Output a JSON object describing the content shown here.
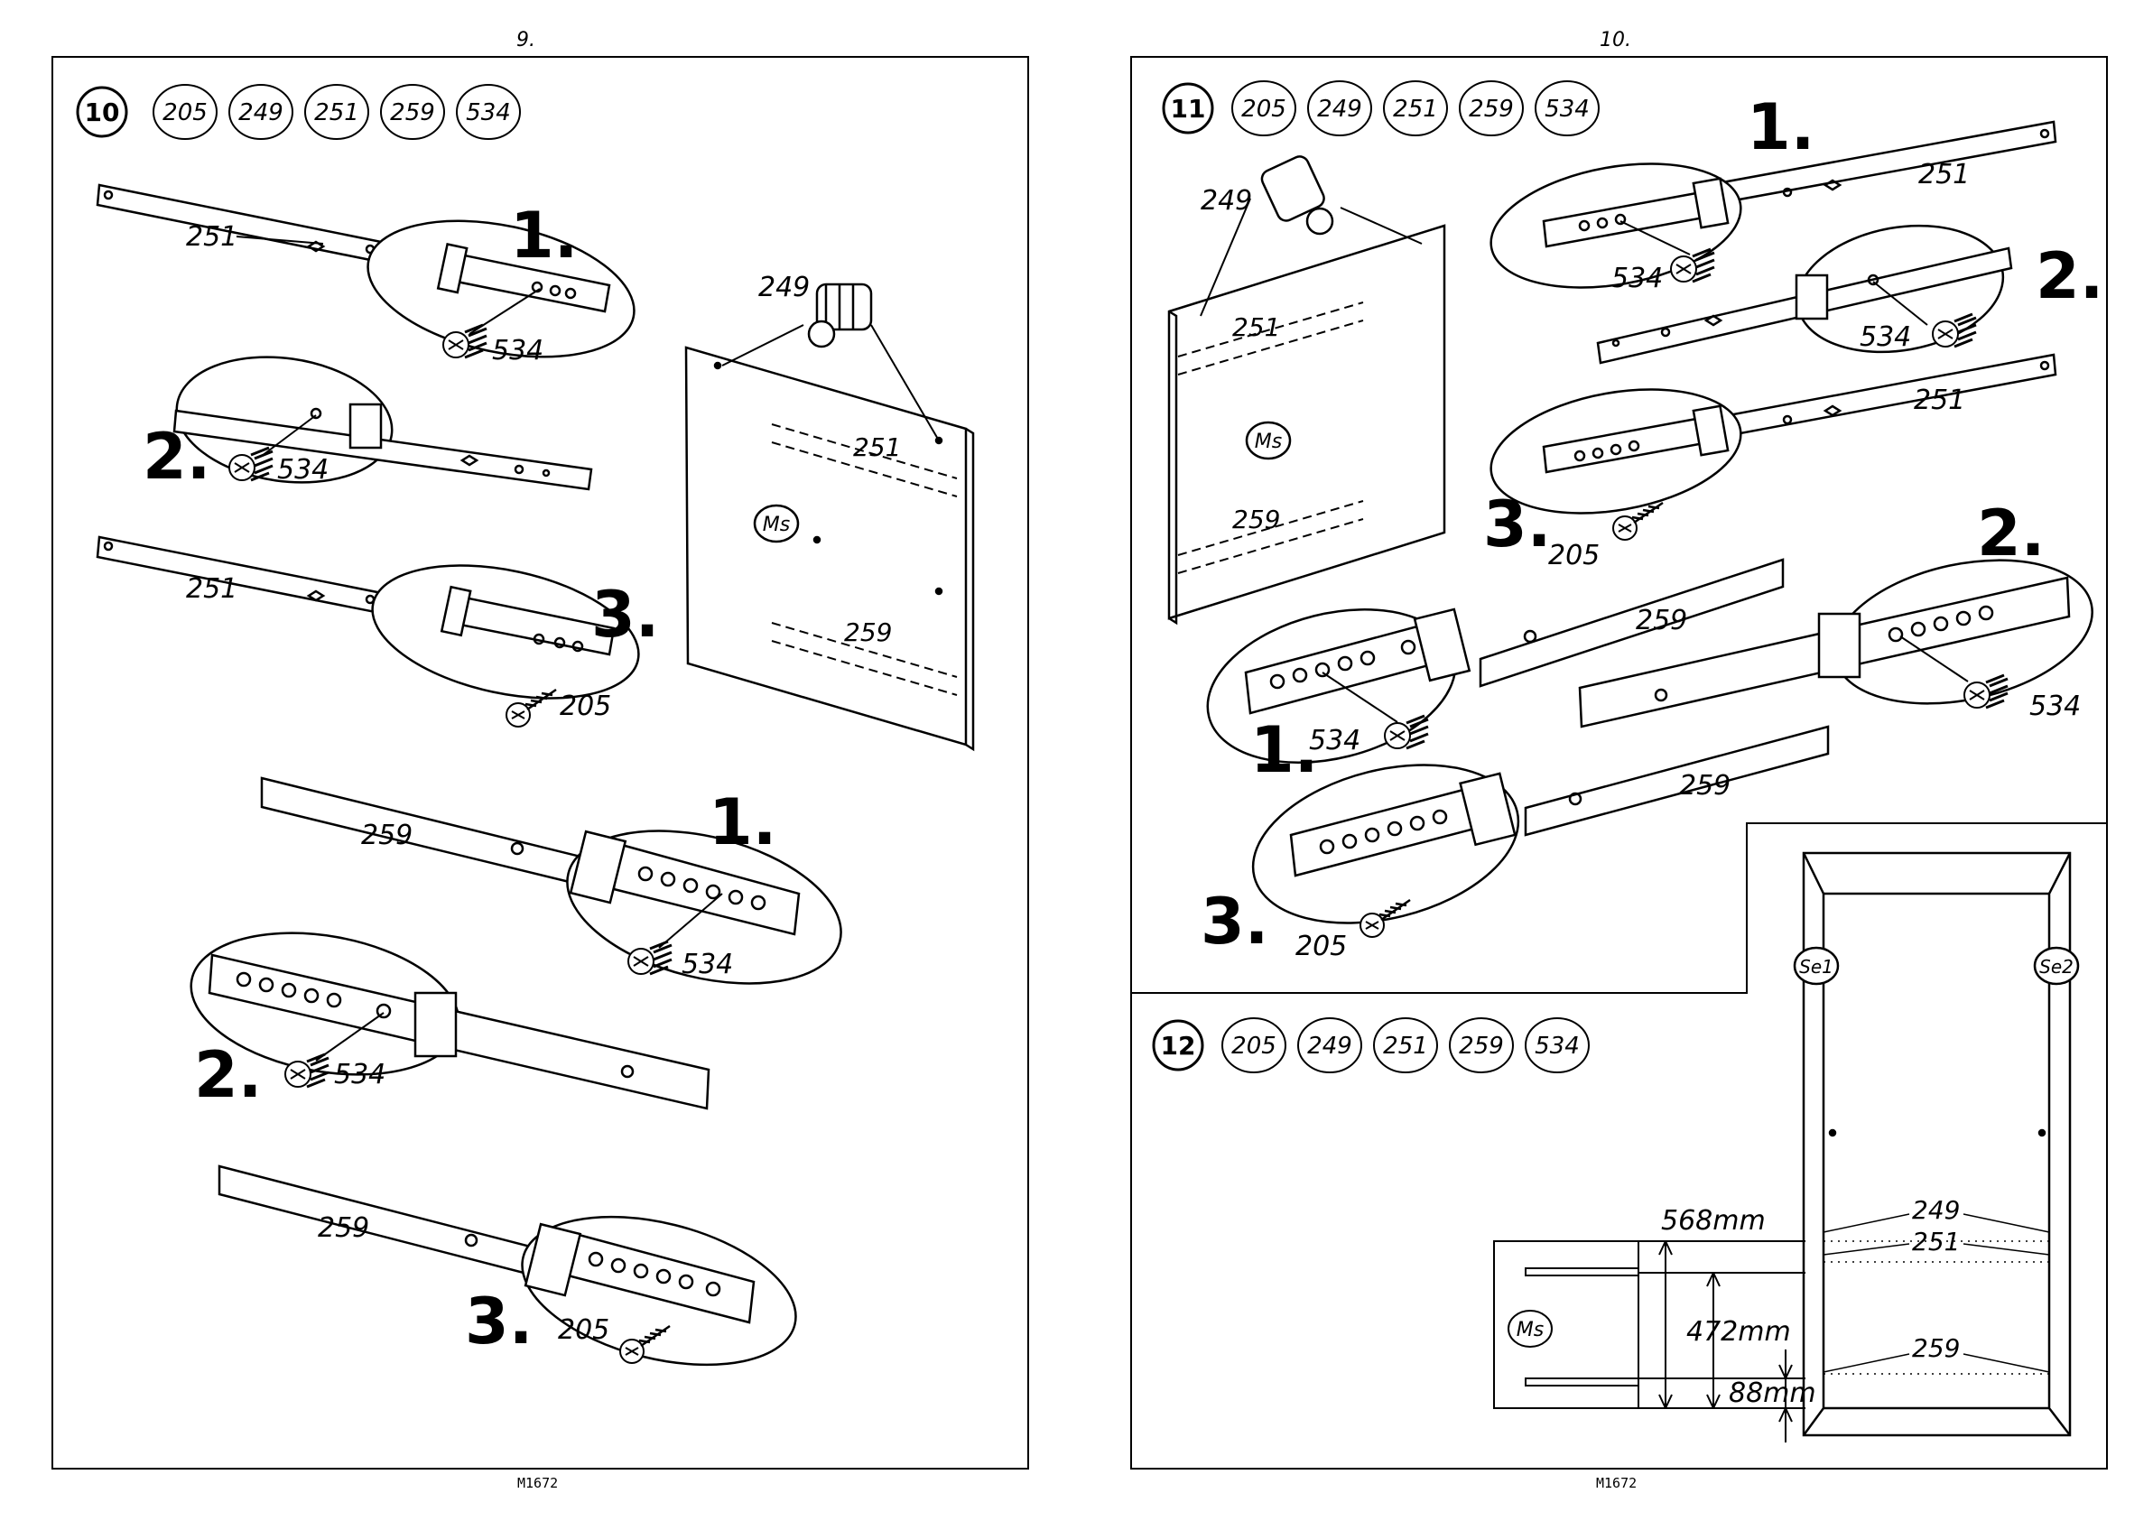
{
  "left_page": {
    "page_number": "9.",
    "footer_code": "M1672",
    "step": {
      "number": "10",
      "parts": [
        "205",
        "249",
        "251",
        "259",
        "534"
      ]
    },
    "sub_steps": [
      "1.",
      "2.",
      "3."
    ],
    "callouts": {
      "rail_251": "251",
      "rail_259": "259",
      "screw_534": "534",
      "screw_205": "205",
      "dowel_249": "249",
      "panel_251": "251",
      "panel_259": "259",
      "panel_marker": "Ms"
    }
  },
  "right_page": {
    "page_number": "10.",
    "footer_code": "M1672",
    "step_11": {
      "number": "11",
      "parts": [
        "205",
        "249",
        "251",
        "259",
        "534"
      ]
    },
    "step_12": {
      "number": "12",
      "parts": [
        "205",
        "249",
        "251",
        "259",
        "534"
      ]
    },
    "sub_steps": [
      "1.",
      "2.",
      "3."
    ],
    "callouts": {
      "rail_251": "251",
      "rail_259": "259",
      "screw_534": "534",
      "screw_205": "205",
      "dowel_249": "249",
      "panel_251": "251",
      "panel_259": "259",
      "panel_marker": "Ms",
      "side_left": "Se1",
      "side_right": "Se2",
      "dim_568": "568mm",
      "dim_472": "472mm",
      "dim_88": "88mm",
      "label_249": "249",
      "label_251": "251",
      "label_259": "259"
    }
  }
}
